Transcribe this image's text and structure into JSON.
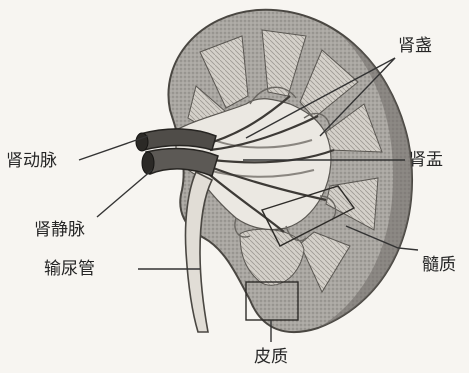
{
  "labels": {
    "renal_calyx": "肾盏",
    "renal_artery": "肾动脉",
    "renal_pelvis": "肾盂",
    "renal_vein": "肾静脉",
    "medulla": "髓质",
    "ureter": "输尿管",
    "cortex": "皮质"
  },
  "colors": {
    "background": "#f7f5f1",
    "cortex_fill": "#a9a6a1",
    "medulla_fill": "#d2cec6",
    "sinus_fill": "#ece9e3",
    "line": "#333333"
  }
}
